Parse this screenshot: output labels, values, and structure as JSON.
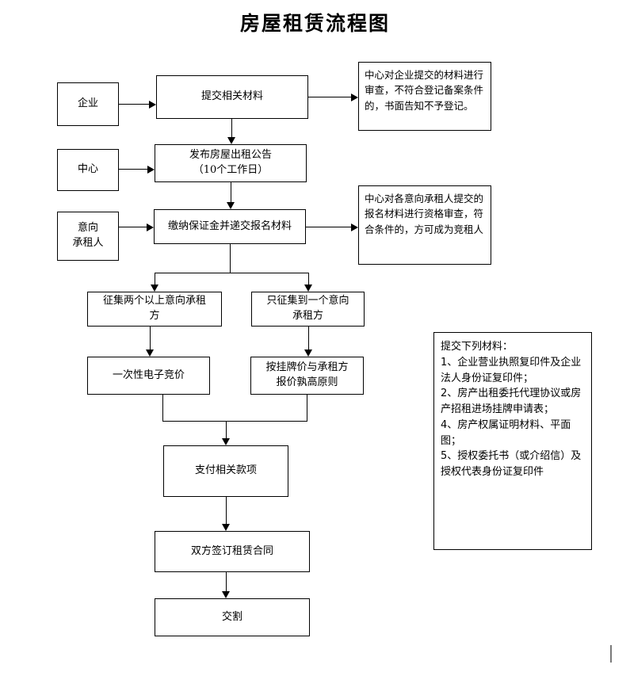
{
  "document": {
    "title": "房屋租赁流程图"
  },
  "actors": [
    {
      "id": "enterprise",
      "label": "企业"
    },
    {
      "id": "center",
      "label": "中心"
    },
    {
      "id": "intended-lessee",
      "label": "意向\n承租人"
    }
  ],
  "process_steps": [
    {
      "id": "submit-materials",
      "label": "提交相关材料"
    },
    {
      "id": "publish-notice",
      "label": "发布房屋出租公告\n（10个工作日）"
    },
    {
      "id": "pay-deposit",
      "label": "缴纳保证金并递交报名材料"
    },
    {
      "id": "two-or-more",
      "label": "征集两个以上意向承租\n方"
    },
    {
      "id": "only-one",
      "label": "只征集到一个意向\n承租方"
    },
    {
      "id": "electronic-bidding",
      "label": "一次性电子竞价"
    },
    {
      "id": "listed-price-rule",
      "label": "按挂牌价与承租方\n报价孰高原则"
    },
    {
      "id": "pay-amounts",
      "label": "支付相关款项"
    },
    {
      "id": "sign-contract",
      "label": "双方签订租赁合同"
    },
    {
      "id": "handover",
      "label": "交割"
    }
  ],
  "notes": [
    {
      "id": "review-note",
      "text": "中心对企业提交的材料进行审查，不符合登记备案条件的，书面告知不予登记。"
    },
    {
      "id": "qualification-note",
      "text": "中心对各意向承租人提交的报名材料进行资格审查，符合条件的，方可成为竞租人"
    },
    {
      "id": "required-materials-note",
      "text": "提交下列材料：\n1、企业营业执照复印件及企业法人身份证复印件；\n2、房产出租委托代理协议或房产招租进场挂牌申请表；\n4、房产权属证明材料、平面图；\n5、授权委托书（或介绍信）及授权代表身份证复印件"
    }
  ]
}
